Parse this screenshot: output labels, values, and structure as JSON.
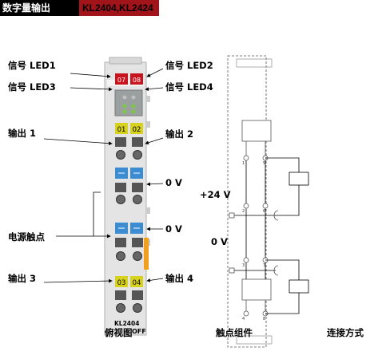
{
  "header": {
    "category": "数字量输出",
    "model": "KL2404,KL2424"
  },
  "labels": {
    "led1": "信号 LED1",
    "led2": "信号 LED2",
    "led3": "信号 LED3",
    "led4": "信号 LED4",
    "out1": "输出 1",
    "out2": "输出 2",
    "out3": "输出 3",
    "out4": "输出 4",
    "zero_v_a": "0 V",
    "zero_v_b": "0 V",
    "power_contact": "电源触点",
    "plus24v": "+24 V",
    "zero_v_right": "0 V",
    "front_view": "俯视图",
    "contact_assembly": "触点组件",
    "connection": "连接方式"
  },
  "terminal": {
    "led_top": [
      "07",
      "08"
    ],
    "out_top": [
      "01",
      "02"
    ],
    "out_bottom": [
      "03",
      "04"
    ],
    "model_text": "KL2404",
    "overlay_text": "OFF",
    "colors": {
      "led_red": "#c8141e",
      "out_yellow": "#d7d21e",
      "power_blue": "#3c8cd2",
      "body": "#e6e6e6",
      "orange": "#f0a01e"
    }
  },
  "schematic": {
    "pins": [
      "1",
      "5",
      "2",
      "6",
      "3",
      "7",
      "4",
      "8"
    ]
  }
}
